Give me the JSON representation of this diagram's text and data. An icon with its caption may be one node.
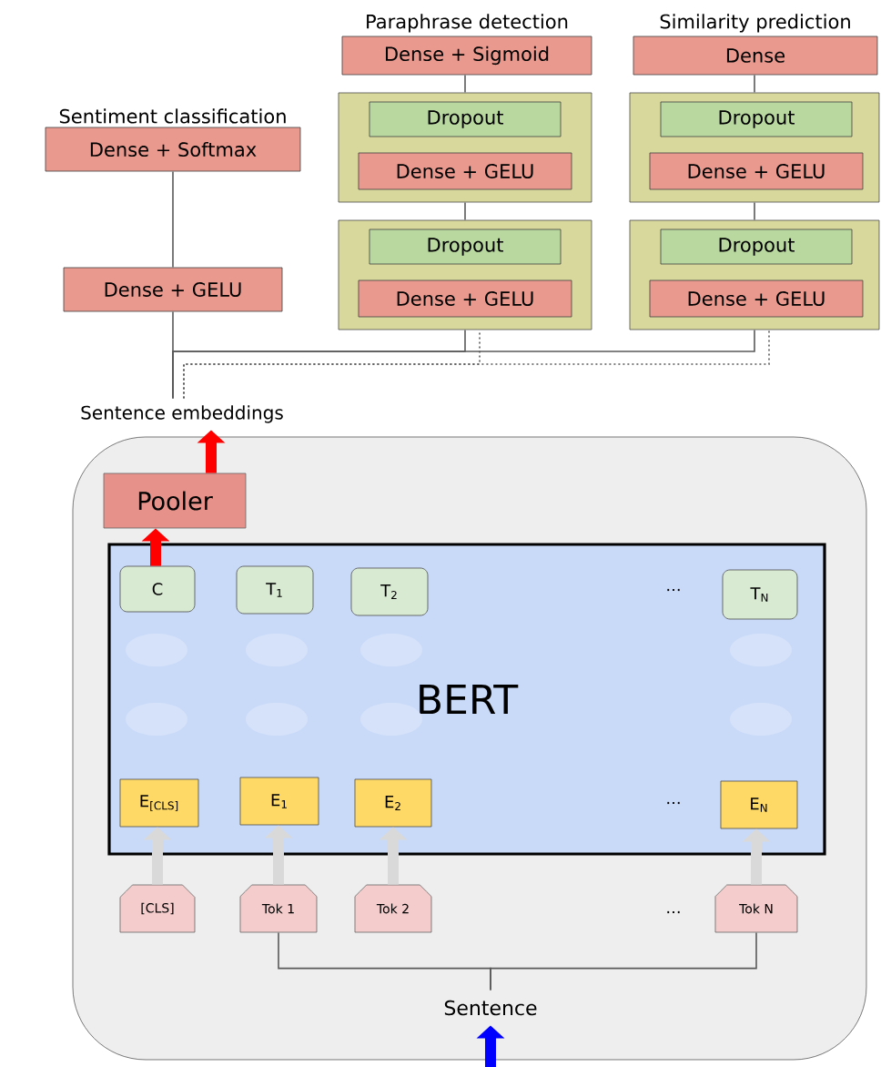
{
  "diagram": {
    "nodes": [
      {
        "text": [
          "Sentiment classification",
          "Dense + Softmax"
        ]
      },
      {
        "text": [
          "Dense + GELU"
        ]
      },
      {
        "text": [
          "Paraphrase detection",
          "Dense + Sigmoid"
        ]
      },
      {
        "text": [],
        "shape": "box"
      },
      {
        "text": [
          "Dropout"
        ],
        "in": 3
      },
      {
        "text": [
          "Dense + GELU"
        ],
        "in": 3
      },
      {
        "text": [],
        "shape": "box"
      },
      {
        "text": [
          "Dropout"
        ],
        "in": 6
      },
      {
        "text": [
          "Dense + GELU"
        ],
        "in": 6
      },
      {
        "text": [
          "Similarity prediction",
          "Dense"
        ]
      },
      {
        "text": [],
        "shape": "box"
      },
      {
        "text": [
          "Dropout"
        ],
        "in": 10
      },
      {
        "text": [
          "Dense + GELU"
        ],
        "in": 10
      },
      {
        "text": [],
        "shape": "box"
      },
      {
        "text": [
          "Dropout"
        ],
        "in": 13
      },
      {
        "text": [
          "Dense + GELU"
        ],
        "in": 13
      },
      {
        "text": [
          "Sentence embeddings"
        ]
      },
      {
        "text": [],
        "shape": "box"
      },
      {
        "text": [
          "Pooler"
        ],
        "in": 17
      },
      {
        "text": [
          "BERT"
        ],
        "in": 17
      },
      {
        "text": [
          "C"
        ],
        "in": 19
      },
      {
        "text": [
          "T$_{1}$"
        ],
        "in": 19
      },
      {
        "text": [
          "T$_{2}$"
        ],
        "in": 19
      },
      {
        "text": [
          "T$_{N}$"
        ],
        "in": 19
      },
      {
        "text": [
          "E$_{[CLS]}$"
        ],
        "in": 19
      },
      {
        "text": [
          "E$_{1}$"
        ],
        "in": 19
      },
      {
        "text": [
          "E$_{2}$"
        ],
        "in": 19
      },
      {
        "text": [
          "E$_{N}$"
        ],
        "in": 19
      },
      {
        "text": [
          "[CLS]"
        ],
        "in": 17
      },
      {
        "text": [
          "Tok 1"
        ],
        "in": 17
      },
      {
        "text": [
          "Tok 2"
        ],
        "in": 17
      },
      {
        "text": [
          "Tok N"
        ],
        "in": 17
      },
      {
        "text": [
          "Sentence"
        ],
        "in": 17
      }
    ],
    "edges": [
      {
        "from": 16,
        "to": 1,
        "arrow": "none"
      },
      {
        "from": 1,
        "to": 0,
        "arrow": "none"
      },
      {
        "from": 16,
        "to": 6,
        "arrow": "none"
      },
      {
        "from": 16,
        "to": 13,
        "arrow": "none"
      },
      {
        "from": 16,
        "to": 6,
        "arrow": "none",
        "style": "dashed"
      },
      {
        "from": 16,
        "to": 13,
        "arrow": "none",
        "style": "dashed"
      },
      {
        "from": 6,
        "to": 3,
        "arrow": "none"
      },
      {
        "from": 3,
        "to": 2,
        "arrow": "none"
      },
      {
        "from": 13,
        "to": 10,
        "arrow": "none"
      },
      {
        "from": 10,
        "to": 9,
        "arrow": "none"
      },
      {
        "from": 20,
        "to": 18,
        "arrow": "to",
        "style": "thick",
        "color": "#ff0000"
      },
      {
        "from": 18,
        "to": 16,
        "arrow": "to",
        "style": "thick",
        "color": "#ff0000"
      },
      {
        "from": 28,
        "to": 24,
        "arrow": "to",
        "style": "thick",
        "color": "#d9d9d9"
      },
      {
        "from": 29,
        "to": 25,
        "arrow": "to",
        "style": "thick",
        "color": "#d9d9d9"
      },
      {
        "from": 30,
        "to": 26,
        "arrow": "to",
        "style": "thick",
        "color": "#d9d9d9"
      },
      {
        "from": 31,
        "to": 27,
        "arrow": "to",
        "style": "thick",
        "color": "#d9d9d9"
      },
      {
        "from": 32,
        "to": 29,
        "arrow": "none"
      },
      {
        "from": 32,
        "to": 31,
        "arrow": "none"
      },
      {
        "from": null,
        "to": 32,
        "arrow": "to",
        "style": "thick",
        "color": "#0000ff"
      }
    ],
    "labels": [
      "...",
      "...",
      "..."
    ]
  }
}
